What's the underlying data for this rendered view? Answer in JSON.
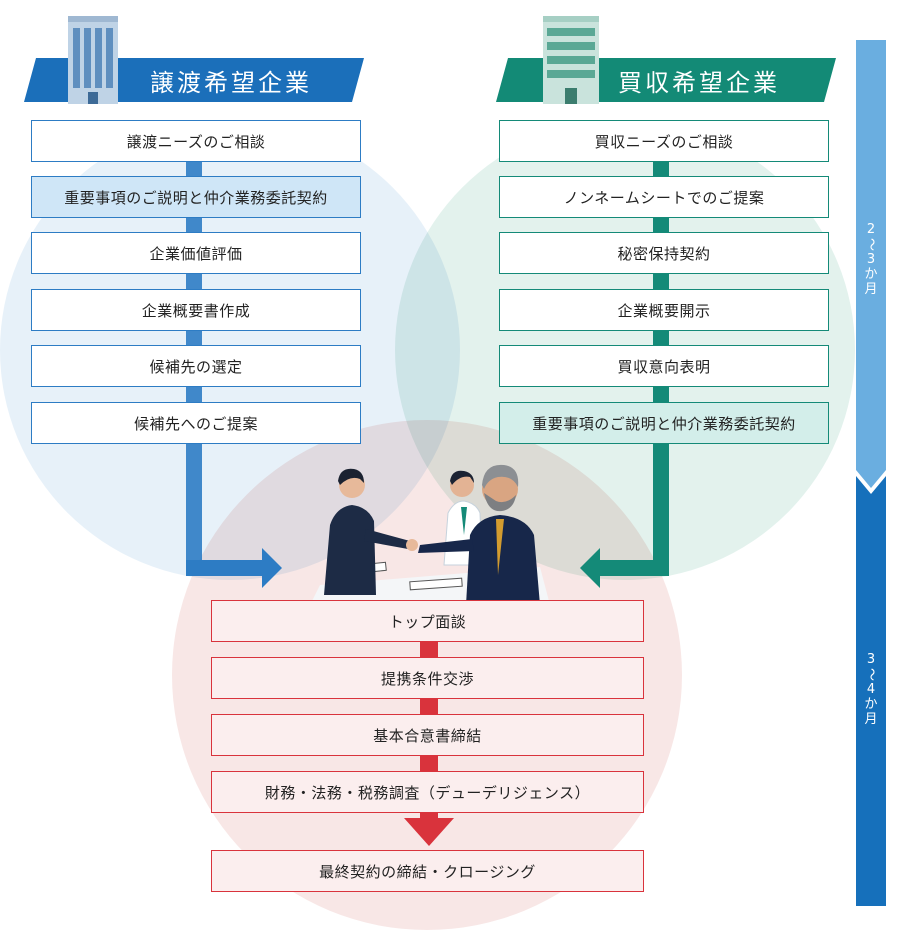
{
  "seller": {
    "title": "譲渡希望企業",
    "steps": [
      {
        "label": "譲渡ニーズのご相談",
        "highlight": false
      },
      {
        "label": "重要事項のご説明と仲介業務委託契約",
        "highlight": true
      },
      {
        "label": "企業価値評価",
        "highlight": false
      },
      {
        "label": "企業概要書作成",
        "highlight": false
      },
      {
        "label": "候補先の選定",
        "highlight": false
      },
      {
        "label": "候補先へのご提案",
        "highlight": false
      }
    ]
  },
  "buyer": {
    "title": "買収希望企業",
    "steps": [
      {
        "label": "買収ニーズのご相談",
        "highlight": false
      },
      {
        "label": "ノンネームシートでのご提案",
        "highlight": false
      },
      {
        "label": "秘密保持契約",
        "highlight": false
      },
      {
        "label": "企業概要開示",
        "highlight": false
      },
      {
        "label": "買収意向表明",
        "highlight": false
      },
      {
        "label": "重要事項のご説明と仲介業務委託契約",
        "highlight": true
      }
    ]
  },
  "joint": {
    "steps": [
      {
        "label": "トップ面談"
      },
      {
        "label": "提携条件交渉"
      },
      {
        "label": "基本合意書締結"
      },
      {
        "label": "財務・法務・税務調査（デューデリジェンス）"
      }
    ],
    "final_step": "最終契約の締結・クロージング"
  },
  "timeline": [
    {
      "label": "2〜3か月",
      "chars": [
        "2",
        "〜",
        "3",
        "か",
        "月"
      ]
    },
    {
      "label": "3〜4か月",
      "chars": [
        "3",
        "〜",
        "4",
        "か",
        "月"
      ]
    }
  ],
  "colors": {
    "seller": "#1b6fba",
    "buyer": "#138a76",
    "joint": "#d9333c",
    "timeline_top": "#6aaee0",
    "timeline_bottom": "#1670bb"
  },
  "icons": [
    "seller-building-icon",
    "buyer-building-icon",
    "handshake-meeting-illustration"
  ]
}
